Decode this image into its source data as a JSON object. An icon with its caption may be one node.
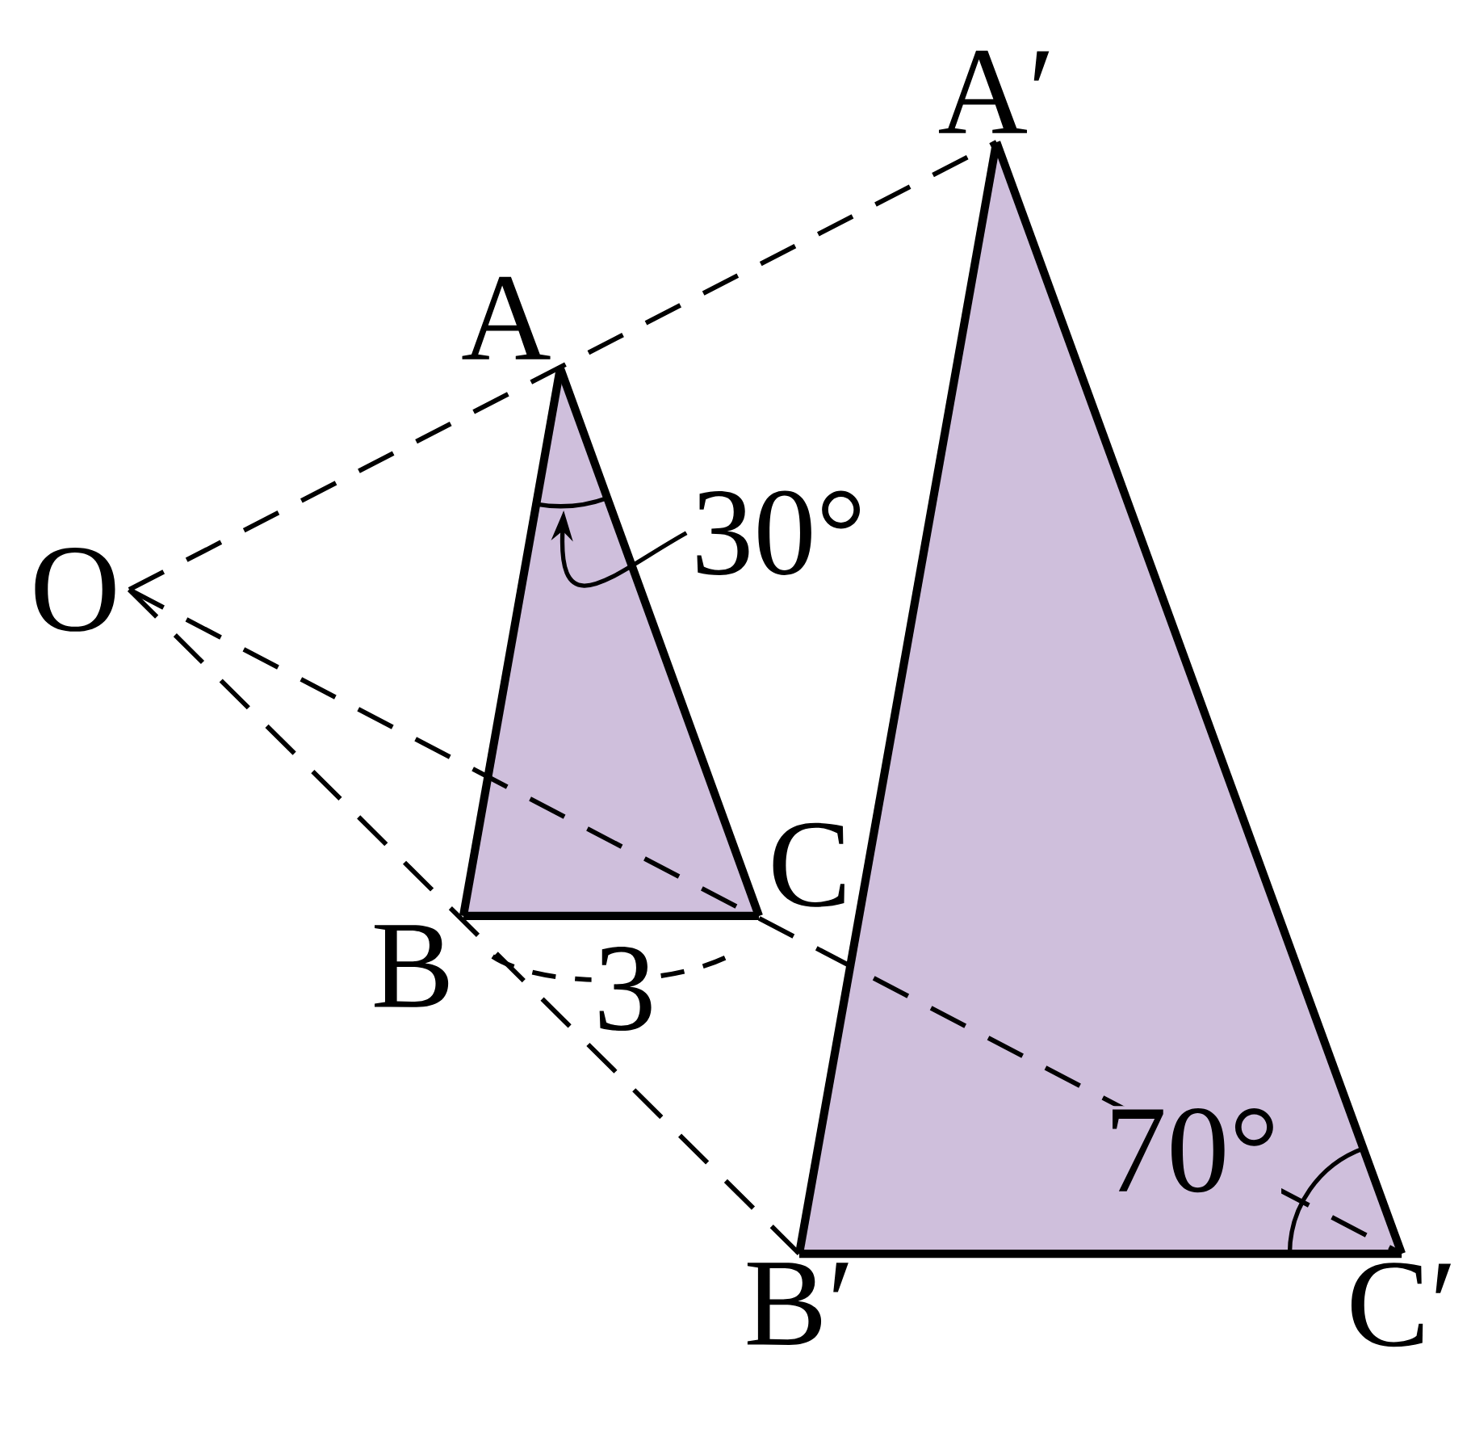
{
  "diagram": {
    "nodes": [
      {
        "text": [
          "O"
        ]
      },
      {
        "text": [
          "A"
        ]
      },
      {
        "text": [
          "B"
        ]
      },
      {
        "text": [
          "C"
        ]
      },
      {
        "text": [
          "A′"
        ]
      },
      {
        "text": [
          "B′"
        ]
      },
      {
        "text": [
          "C′"
        ]
      },
      {
        "text": [
          "30°"
        ]
      },
      {
        "text": [],
        "shape": "arc"
      }
    ],
    "edges": [
      {
        "from": 0,
        "to": 4,
        "arrow": "none",
        "style": "dashed"
      },
      {
        "from": 0,
        "to": 6,
        "arrow": "none",
        "style": "dashed"
      },
      {
        "from": 0,
        "to": 5,
        "arrow": "none",
        "style": "dashed"
      },
      {
        "from": 1,
        "to": 2,
        "arrow": "none"
      },
      {
        "from": 2,
        "to": 3,
        "arrow": "none"
      },
      {
        "from": 3,
        "to": 1,
        "arrow": "none"
      },
      {
        "from": 4,
        "to": 5,
        "arrow": "none"
      },
      {
        "from": 5,
        "to": 6,
        "arrow": "none"
      },
      {
        "from": 6,
        "to": 4,
        "arrow": "none"
      },
      {
        "from": 7,
        "to": 8,
        "arrow": "to"
      }
    ],
    "labels": [
      "3",
      "70°"
    ]
  }
}
